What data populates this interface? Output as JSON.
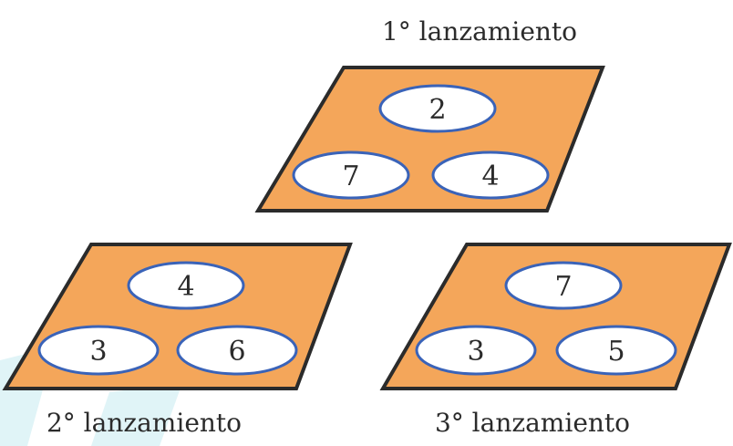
{
  "throws": [
    {
      "caption": "1° lanzamiento",
      "top": "2",
      "left": "7",
      "right": "4"
    },
    {
      "caption": "2° lanzamiento",
      "top": "4",
      "left": "3",
      "right": "6"
    },
    {
      "caption": "3° lanzamiento",
      "top": "7",
      "left": "3",
      "right": "5"
    }
  ],
  "colors": {
    "board": "#F4A65A",
    "outline": "#2B2B2B",
    "hole_border": "#3A63B8",
    "hole_fill": "#FFFFFF"
  }
}
